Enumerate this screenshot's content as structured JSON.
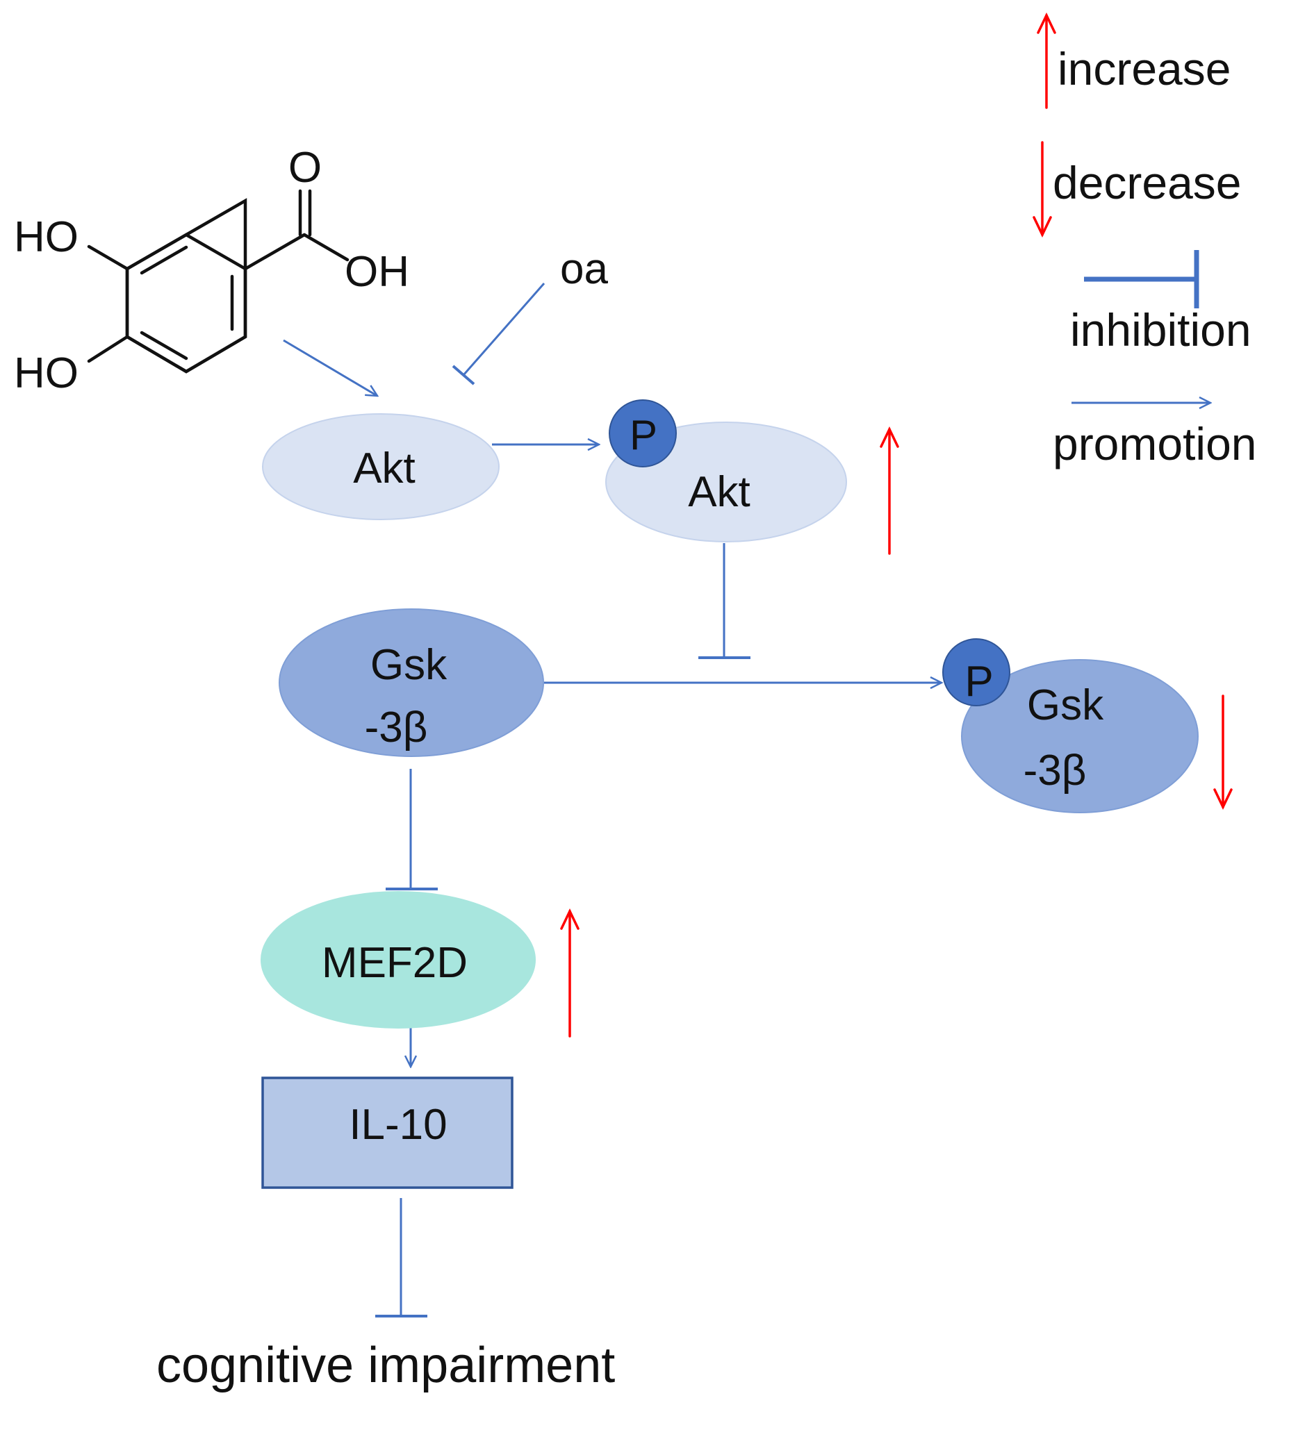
{
  "molecule": {
    "ho_top": "HO",
    "ho_bottom": "HO",
    "carbonyl_o": "O",
    "acid_oh": "OH"
  },
  "inhibitor_label": "oa",
  "nodes": {
    "akt": "Akt",
    "p_akt_badge": "P",
    "p_akt": "Akt",
    "gsk_line1": "Gsk",
    "gsk_line2": "-3β",
    "p_gsk_badge": "P",
    "p_gsk_line1": "Gsk",
    "p_gsk_line2": "-3β",
    "mef2d": "MEF2D",
    "il10": "IL-10",
    "outcome": "cognitive impairment"
  },
  "legend": {
    "increase": "increase",
    "decrease": "decrease",
    "inhibition": "inhibition",
    "promotion": "promotion"
  },
  "changes": {
    "p_akt": "increase",
    "p_gsk": "decrease",
    "mef2d": "increase"
  },
  "colors": {
    "connector": "#4472C4",
    "change_arrow": "#FF0000",
    "akt_fill": "#DAE3F3",
    "akt_stroke": "#C5D3EC",
    "gsk_fill": "#8FAADC",
    "gsk_stroke": "#7F9ED6",
    "phospho_badge": "#4472C4",
    "mef2d_fill": "#A8E6DE",
    "il10_fill": "#B4C7E7",
    "il10_stroke": "#2F5597",
    "text": "#000000"
  }
}
